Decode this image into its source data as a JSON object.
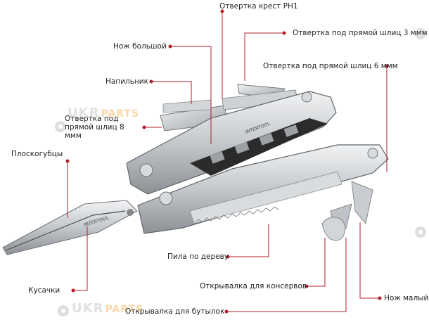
{
  "colors": {
    "leader": "#b01e2a",
    "steel_light": "#e4e6e8",
    "steel_mid": "#b9bdc1",
    "steel_dark": "#55595d",
    "handle_black": "#2b2b2b"
  },
  "tool": {
    "engraving": "INTERTOOL"
  },
  "labels": {
    "phillips_ph1": "Отвертка крест PH1",
    "big_knife": "Нож большой",
    "flat_3mm": "Отвертка под прямой шлиц 3 ммм",
    "file": "Напильник",
    "flat_6mm": "Отвертка под прямой шлиц 6 ммм",
    "flat_8mm": "Отвертка под прямой шлиц 8 ммм",
    "pliers": "Плоскогубцы",
    "saw": "Пила по дереву",
    "cutters": "Кусачки",
    "can_opener": "Открывалка для консервов",
    "small_knife": "Нож малый",
    "bottle_opener": "Открывалка для бутылок"
  },
  "watermark": {
    "brand": "UKR",
    "accent": "PARTS"
  }
}
